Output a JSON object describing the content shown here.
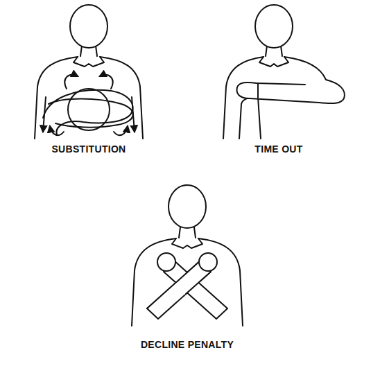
{
  "diagram": {
    "labels": [
      "SUBSTITUTION",
      "TIME OUT",
      "DECLINE PENALTY"
    ]
  }
}
